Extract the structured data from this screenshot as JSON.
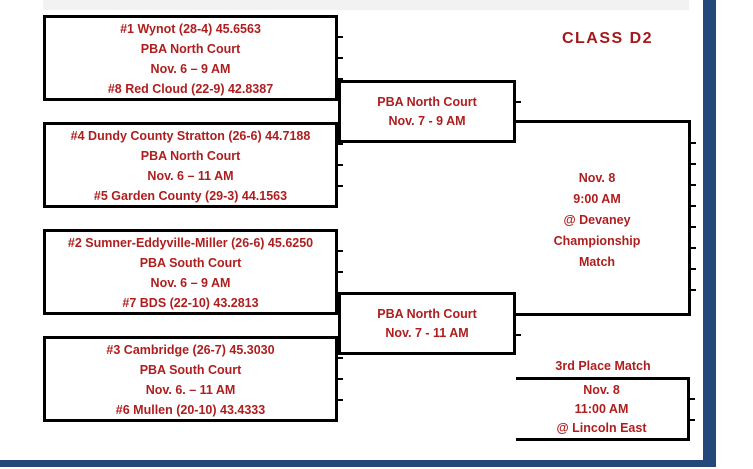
{
  "page": {
    "title": "CLASS D2"
  },
  "bracket": {
    "round1": [
      {
        "top_seed": "#1 Wynot (28-4) 45.6563",
        "venue": "PBA North Court",
        "time": "Nov. 6 – 9 AM",
        "bottom_seed": "#8 Red Cloud (22-9) 42.8387"
      },
      {
        "top_seed": "#4 Dundy County Stratton (26-6) 44.7188",
        "venue": "PBA North Court",
        "time": "Nov. 6 – 11 AM",
        "bottom_seed": "#5 Garden County (29-3) 44.1563"
      },
      {
        "top_seed": "#2 Sumner-Eddyville-Miller (26-6) 45.6250",
        "venue": "PBA South Court",
        "time": "Nov. 6 – 9 AM",
        "bottom_seed": "#7 BDS (22-10) 43.2813"
      },
      {
        "top_seed": "#3 Cambridge (26-7) 45.3030",
        "venue": "PBA South Court",
        "time": "Nov. 6. – 11 AM",
        "bottom_seed": "#6 Mullen (20-10) 43.4333"
      }
    ],
    "semifinals": [
      {
        "venue": "PBA North Court",
        "time": "Nov. 7 - 9 AM"
      },
      {
        "venue": "PBA North Court",
        "time": "Nov. 7 - 11 AM"
      }
    ],
    "championship": {
      "lines": [
        "Nov. 8",
        "9:00 AM",
        "@ Devaney",
        "Championship",
        "Match"
      ]
    },
    "third_place": {
      "label": "3rd Place Match",
      "lines": [
        "Nov. 8",
        "11:00 AM",
        "@ Lincoln East"
      ]
    }
  },
  "colors": {
    "text_red": "#AF1E1E",
    "title_red": "#A5181B",
    "line_black": "#000000",
    "accent_blue_bar": "#24487A",
    "header_strip_gray": "#F2F2F2"
  }
}
